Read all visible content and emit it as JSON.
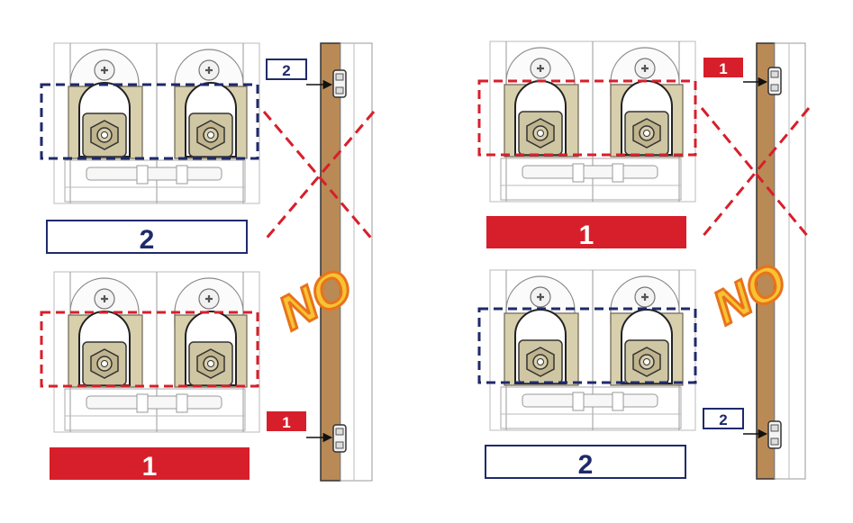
{
  "colors": {
    "navy": "#1f2a6b",
    "red": "#d71f2b",
    "wood": "#b98a55",
    "plate": "#d8cfad",
    "plate_dark": "#b3a77a",
    "no_fill": "#f7c332",
    "no_stroke": "#e8731c"
  },
  "left_panel": {
    "top_label": "2",
    "bottom_label": "1",
    "hinge_top_label": "2",
    "hinge_bottom_label": "1",
    "no_text": "NO"
  },
  "right_panel": {
    "top_label": "1",
    "bottom_label": "2",
    "hinge_top_label": "1",
    "hinge_bottom_label": "2",
    "no_text": "NO"
  },
  "icons": [
    "adjustment-screw-icon",
    "hinge-icon",
    "arrow-icon",
    "cross-out-icon"
  ]
}
